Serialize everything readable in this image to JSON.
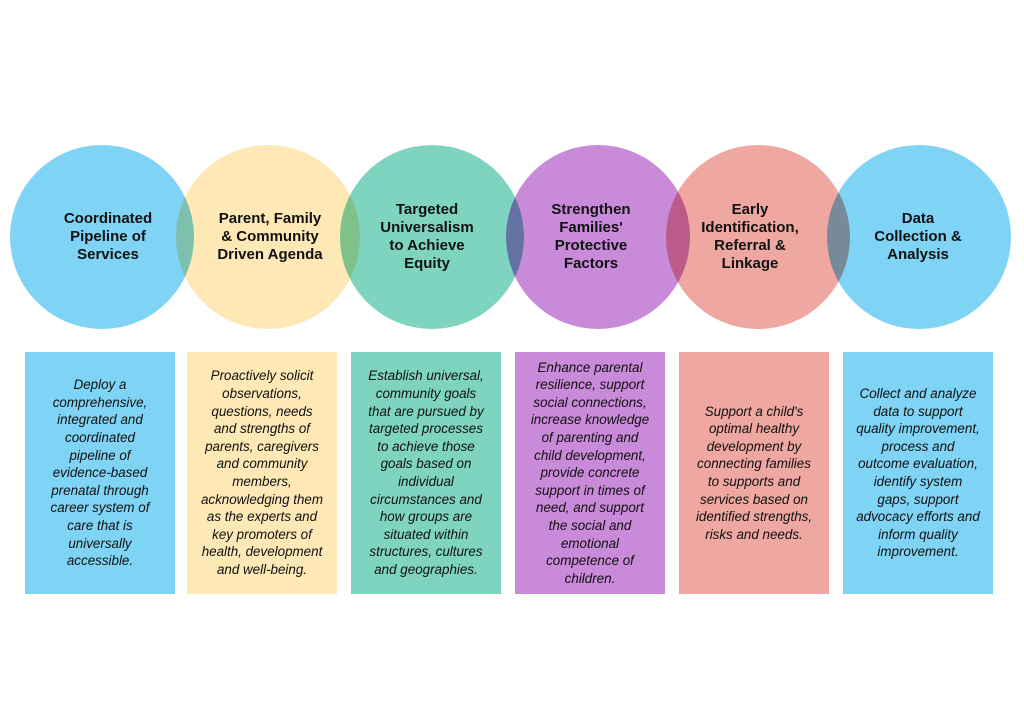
{
  "circles": [
    {
      "label": "Coordinated\nPipeline of\nServices",
      "color": "#7fd3f4"
    },
    {
      "label": "Parent, Family\n& Community\nDriven Agenda",
      "color": "#fde8b6"
    },
    {
      "label": "Targeted\nUniversalism\nto Achieve\nEquity",
      "color": "#7fd4c0"
    },
    {
      "label": "Strengthen\nFamilies'\nProtective\nFactors",
      "color": "#c98ad9"
    },
    {
      "label": "Early\nIdentification,\nReferral &\nLinkage",
      "color": "#eea7a1"
    },
    {
      "label": "Data\nCollection &\nAnalysis",
      "color": "#7fd3f4"
    }
  ],
  "boxes": [
    {
      "text": "Deploy a\ncomprehensive,\nintegrated and\ncoordinated\npipeline of\nevidence-based\nprenatal through\ncareer system of\ncare that is\nuniversally\naccessible.",
      "color": "#7fd3f4"
    },
    {
      "text": "Proactively solicit\nobservations,\nquestions, needs\nand strengths of\nparents, caregivers\nand community\nmembers,\nacknowledging them\nas the experts and\nkey promoters of\nhealth, development\nand well-being.",
      "color": "#fde8b6"
    },
    {
      "text": "Establish universal,\ncommunity goals\nthat are pursued by\ntargeted processes\nto achieve those\ngoals based on\nindividual\ncircumstances and\nhow groups are\nsituated within\nstructures, cultures\nand geographies.",
      "color": "#7fd4c0"
    },
    {
      "text": "Enhance parental\nresilience, support\nsocial connections,\nincrease knowledge\nof parenting and\nchild development,\nprovide concrete\nsupport in times of\nneed, and support\nthe social and\nemotional\ncompetence of\nchildren.",
      "color": "#c98ad9"
    },
    {
      "text": "Support a child's\noptimal healthy\ndevelopment by\nconnecting families\nto supports and\nservices based on\nidentified strengths,\nrisks and needs.",
      "color": "#eea7a1"
    },
    {
      "text": "Collect and analyze\ndata to support\nquality improvement,\nprocess and\noutcome evaluation,\nidentify system\ngaps, support\nadvocacy efforts and\ninform quality\nimprovement.",
      "color": "#7fd3f4"
    }
  ]
}
